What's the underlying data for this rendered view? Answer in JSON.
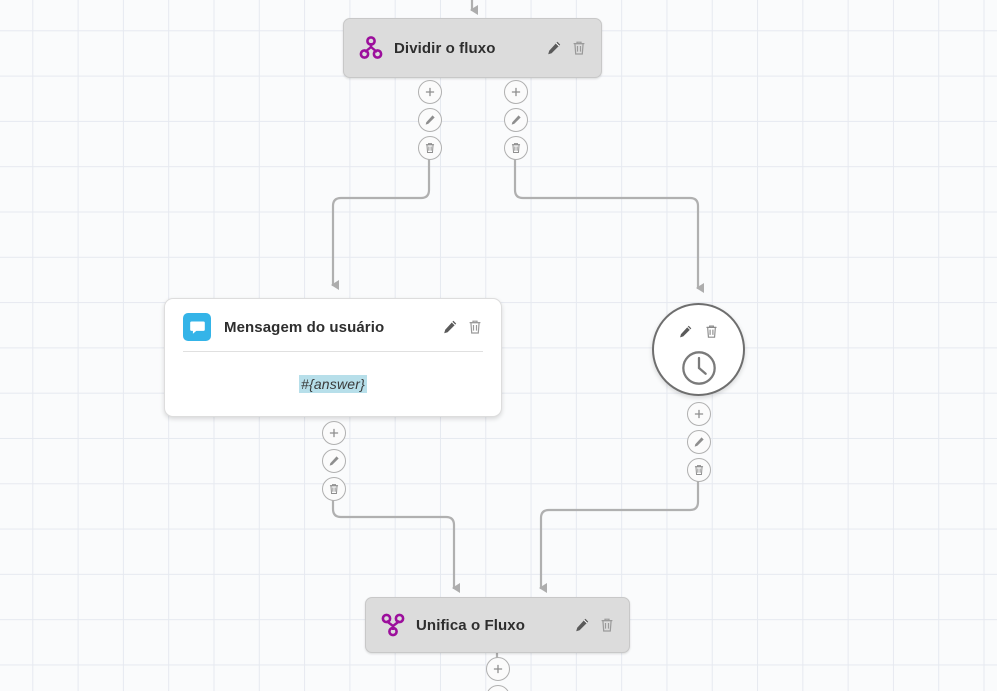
{
  "canvas": {
    "label": "flow-editor-canvas",
    "grid": true,
    "grid_color": "#e6e9f0",
    "background": "#fafbfc"
  },
  "colors": {
    "split_merge_icon": "#9c0f9c",
    "chat_icon_bg": "#34b4e8",
    "node_bar_bg": "#dcdcdc",
    "card_bg": "#ffffff",
    "edge": "#b0b0b0",
    "token_highlight": "#b7dfea"
  },
  "nodes": [
    {
      "id": "split",
      "type": "split-flow",
      "icon": "split-flow-icon",
      "title": "Dividir o fluxo",
      "edit_label": "pencil-icon",
      "delete_label": "trash-icon"
    },
    {
      "id": "user-message",
      "type": "user-message",
      "icon": "chat-bubble-icon",
      "title": "Mensagem do usuário",
      "body_token": "#{answer}",
      "edit_label": "pencil-icon",
      "delete_label": "trash-icon"
    },
    {
      "id": "timer",
      "type": "delay-timer",
      "icon": "clock-icon",
      "title": "",
      "edit_label": "pencil-icon",
      "delete_label": "trash-icon"
    },
    {
      "id": "merge",
      "type": "merge-flow",
      "icon": "merge-flow-icon",
      "title": "Unifica o Fluxo",
      "edit_label": "pencil-icon",
      "delete_label": "trash-icon"
    }
  ],
  "connector_buttons": {
    "add": "plus-icon",
    "edit": "pencil-icon",
    "delete": "trash-icon"
  },
  "connectors": [
    {
      "id": "split-out-left",
      "from": "split",
      "to": "user-message"
    },
    {
      "id": "split-out-right",
      "from": "split",
      "to": "timer"
    },
    {
      "id": "message-out",
      "from": "user-message",
      "to": "merge"
    },
    {
      "id": "timer-out",
      "from": "timer",
      "to": "merge"
    },
    {
      "id": "merge-out",
      "from": "merge",
      "to": ""
    }
  ]
}
